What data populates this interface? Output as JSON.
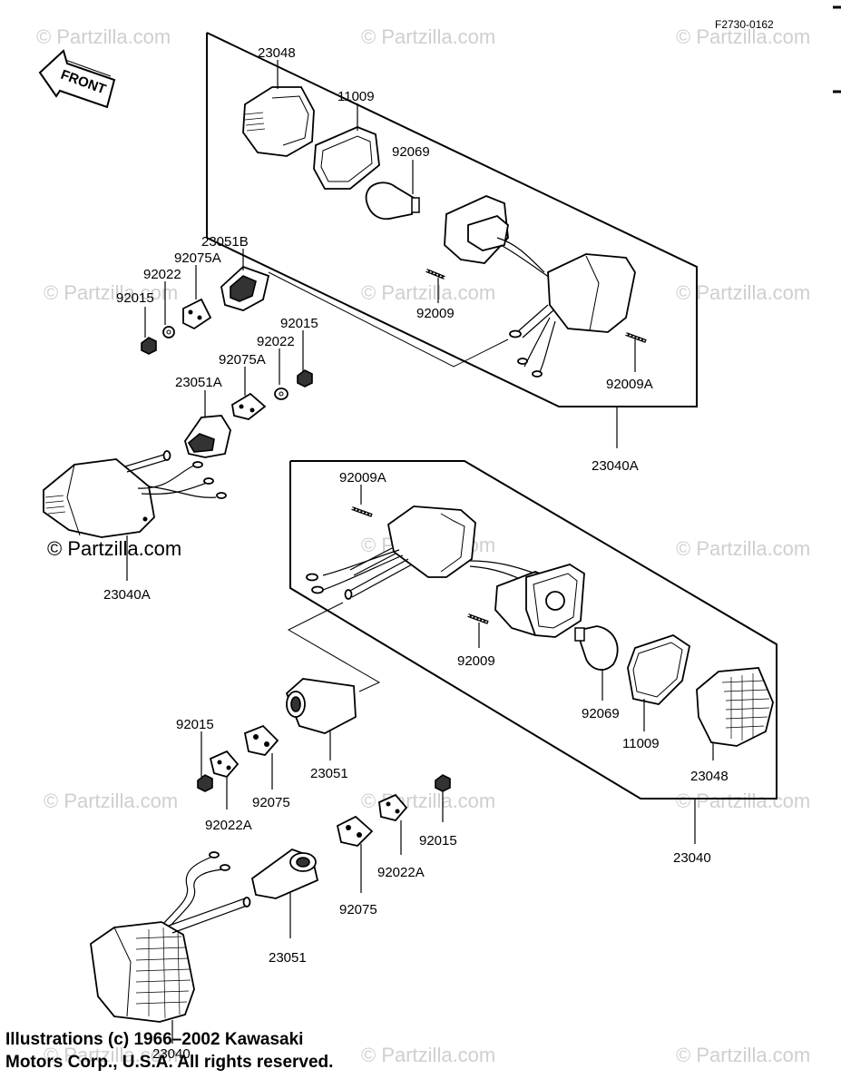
{
  "reference_code": "F2730-0162",
  "direction_label": "FRONT",
  "watermark_text": "© Partzilla.com",
  "copyright": {
    "line1": "Illustrations (c) 1966–2002 Kawasaki",
    "line2": "Motors Corp., U.S.A.  All rights reserved."
  },
  "part_numbers": {
    "upper_lens": "23048",
    "upper_gasket": "11009",
    "upper_bulb": "92069",
    "upper_screw": "92009",
    "upper_screw_a": "92009A",
    "upper_assembly": "23040A",
    "holder_b": "23051B",
    "rubber_a_upper": "92075A",
    "washer_upper": "92022",
    "nut_upper": "92015",
    "nut_mid": "92015",
    "washer_mid": "92022",
    "rubber_a_mid": "92075A",
    "holder_a": "23051A",
    "left_assembly": "23040A",
    "lower_screw_a": "92009A",
    "lower_screw": "92009",
    "lower_bulb": "92069",
    "lower_gasket": "11009",
    "lower_lens": "23048",
    "lower_assembly": "23040",
    "holder_mid": "23051",
    "nut_low_left": "92015",
    "rubber_low_left": "92075",
    "washer_a_low_left": "92022A",
    "nut_low_right": "92015",
    "washer_a_low_right": "92022A",
    "rubber_low_right": "92075",
    "holder_bottom": "23051",
    "bottom_assembly": "23040"
  }
}
